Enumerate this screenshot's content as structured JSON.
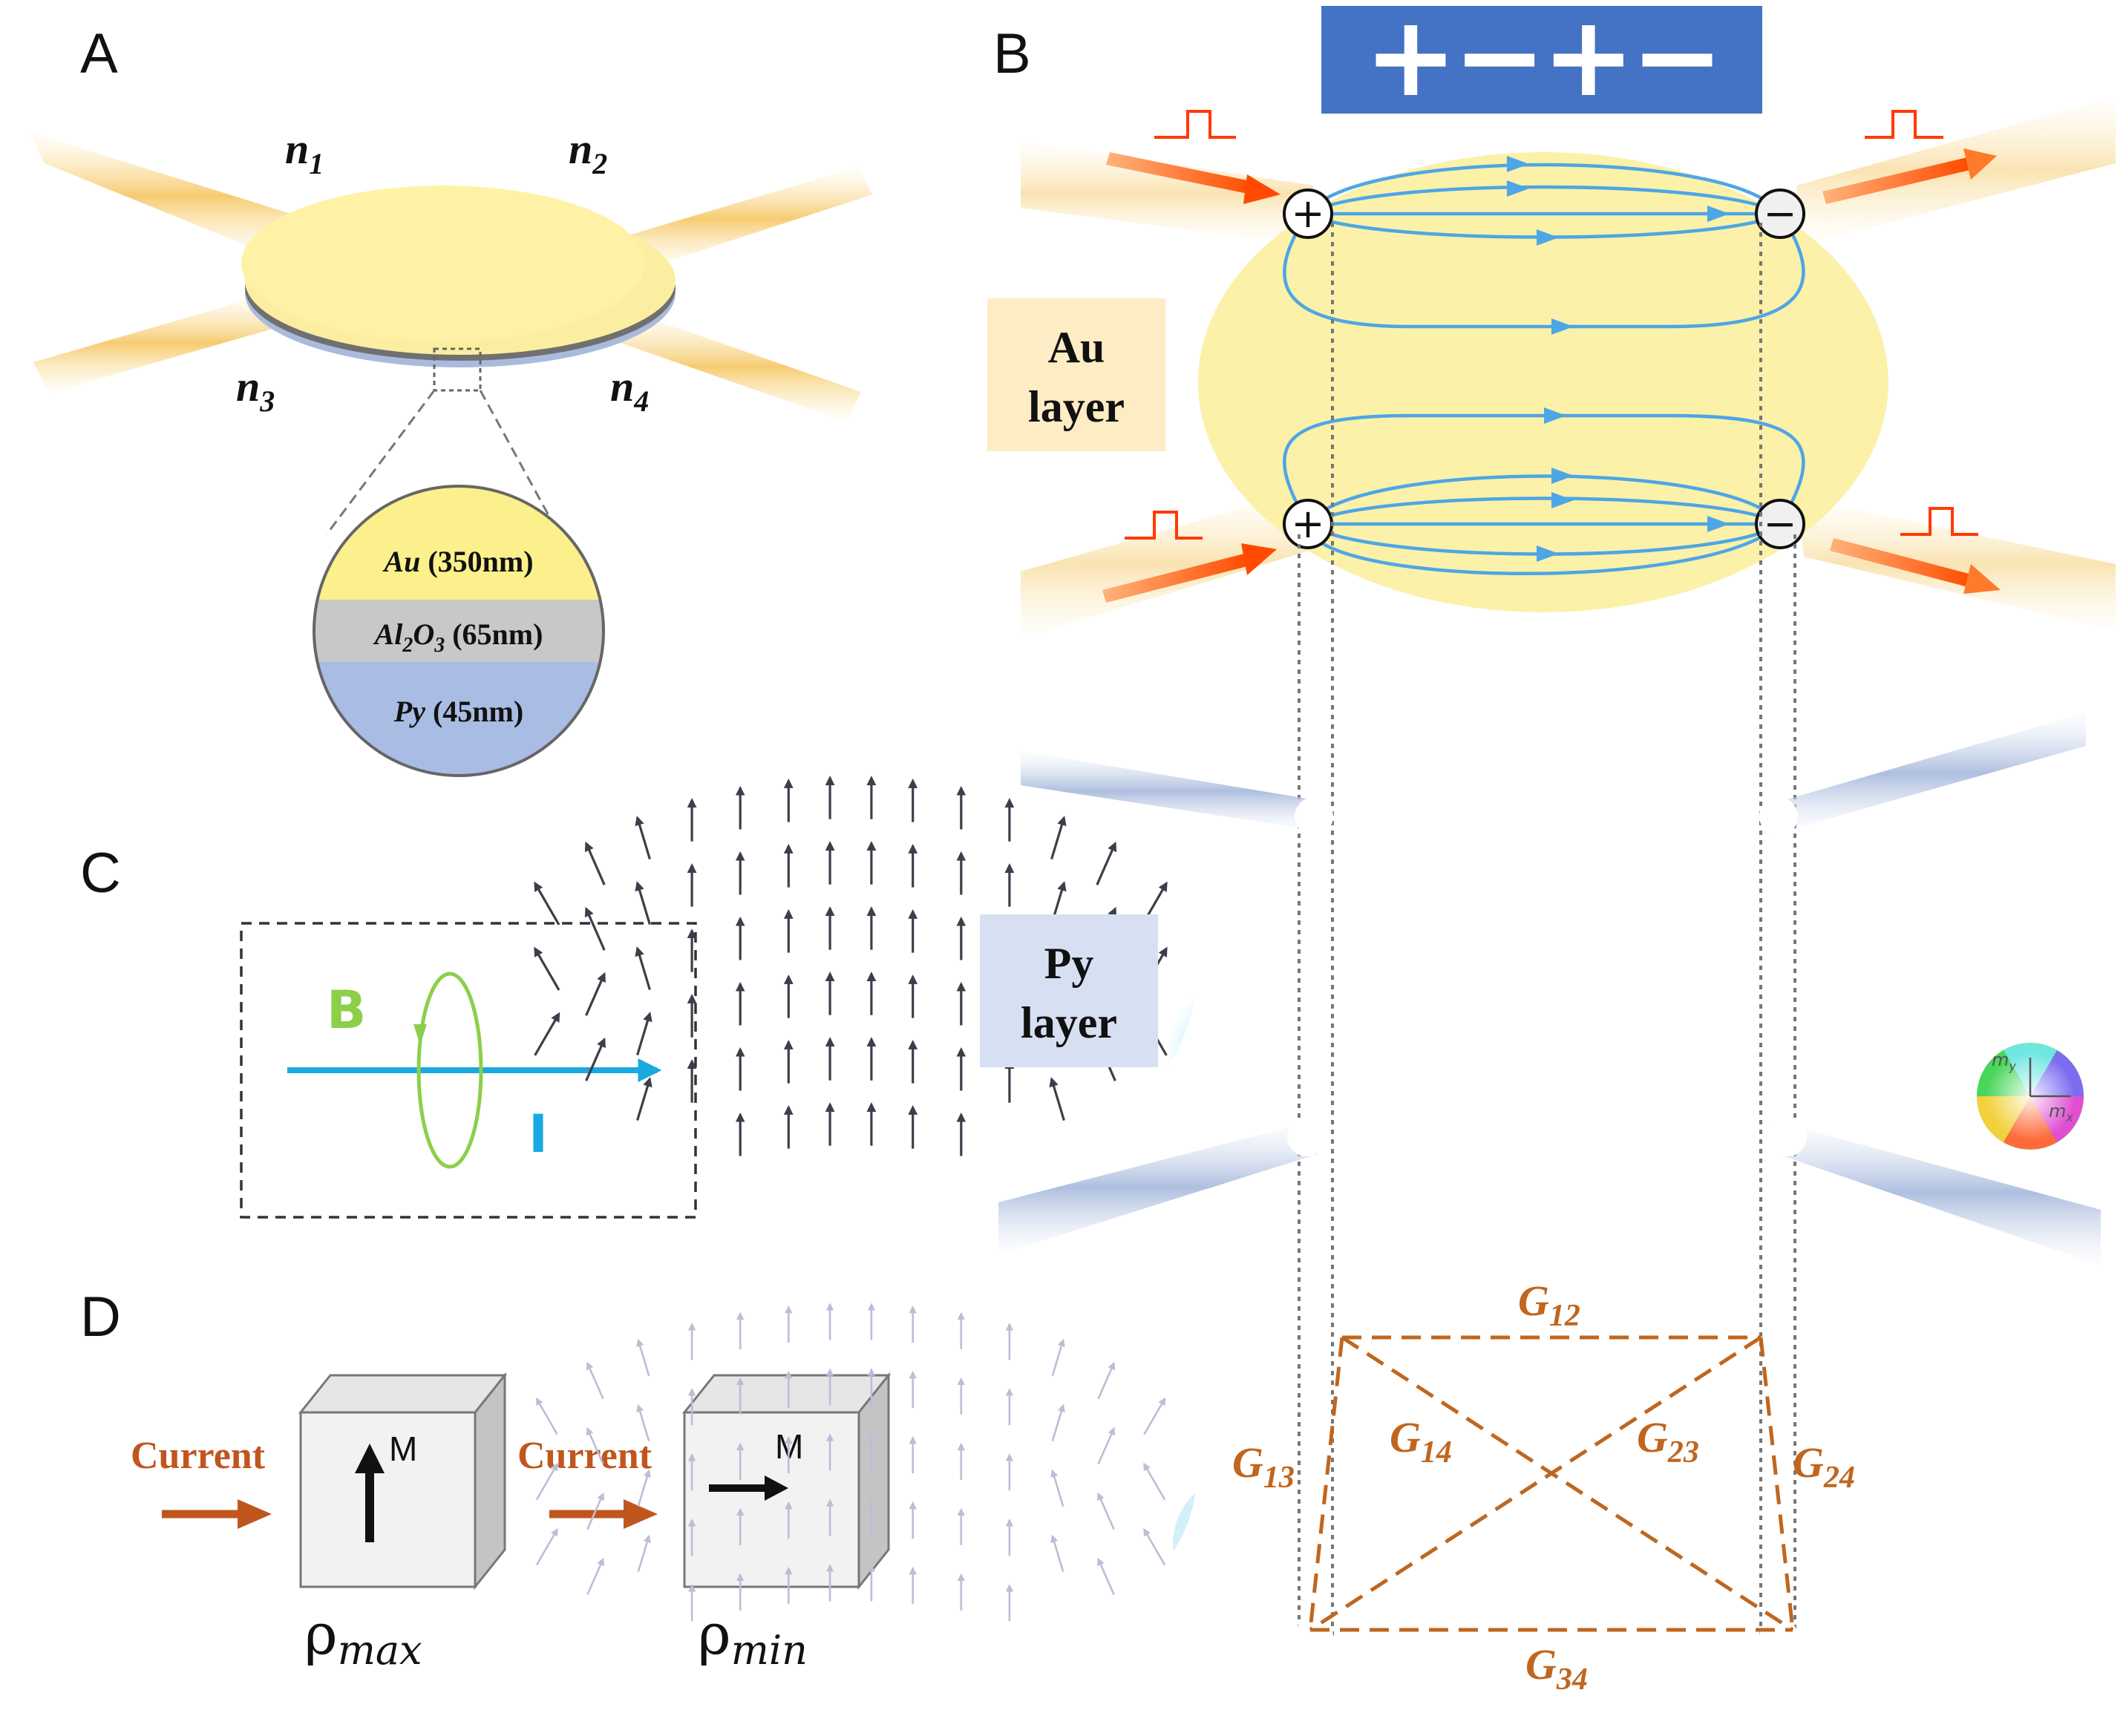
{
  "panels": {
    "a": "A",
    "b": "B",
    "c": "C",
    "d": "D"
  },
  "panel_a": {
    "nodes": [
      {
        "base": "n",
        "sub": "1"
      },
      {
        "base": "n",
        "sub": "2"
      },
      {
        "base": "n",
        "sub": "3"
      },
      {
        "base": "n",
        "sub": "4"
      }
    ],
    "layers": [
      {
        "material": "Au",
        "sub": "",
        "material2": "",
        "sub2": "",
        "thickness": "(350nm)",
        "color": "#fbf08c"
      },
      {
        "material": "Al",
        "sub": "2",
        "material2": "O",
        "sub2": "3",
        "thickness": "(65nm)",
        "color": "#c8c8c8"
      },
      {
        "material": "Py",
        "sub": "",
        "material2": "",
        "sub2": "",
        "thickness": "(45nm)",
        "color": "#a9bce3"
      }
    ]
  },
  "panel_b": {
    "polarity_banner": "+−+−",
    "au_label_l1": "Au",
    "au_label_l2": "layer",
    "py_label_l1": "Py",
    "py_label_l2": "layer",
    "electrode_signs": [
      "+",
      "−",
      "+",
      "−"
    ],
    "colorwheel_my": "m",
    "colorwheel_my_sub": "y",
    "colorwheel_mx": "m",
    "colorwheel_mx_sub": "x",
    "conductances": [
      {
        "base": "G",
        "sub": "12"
      },
      {
        "base": "G",
        "sub": "14"
      },
      {
        "base": "G",
        "sub": "23"
      },
      {
        "base": "G",
        "sub": "13"
      },
      {
        "base": "G",
        "sub": "24"
      },
      {
        "base": "G",
        "sub": "34"
      }
    ]
  },
  "panel_c": {
    "field_label": "B",
    "current_label": "I"
  },
  "panel_d": {
    "left": {
      "current": "Current",
      "m": "M",
      "rho_base": "ρ",
      "rho_sub": "max",
      "arrow": "up"
    },
    "right": {
      "current": "Current",
      "m": "M",
      "rho_base": "ρ",
      "rho_sub": "min",
      "arrow": "right"
    }
  },
  "colors": {
    "current_arrow": "#c0561e",
    "field_line": "#4da6e6",
    "conductance_line": "#c0661e",
    "banner": "#4472c4",
    "loop": "#8ccf4a",
    "current_line": "#1aa8e0"
  }
}
